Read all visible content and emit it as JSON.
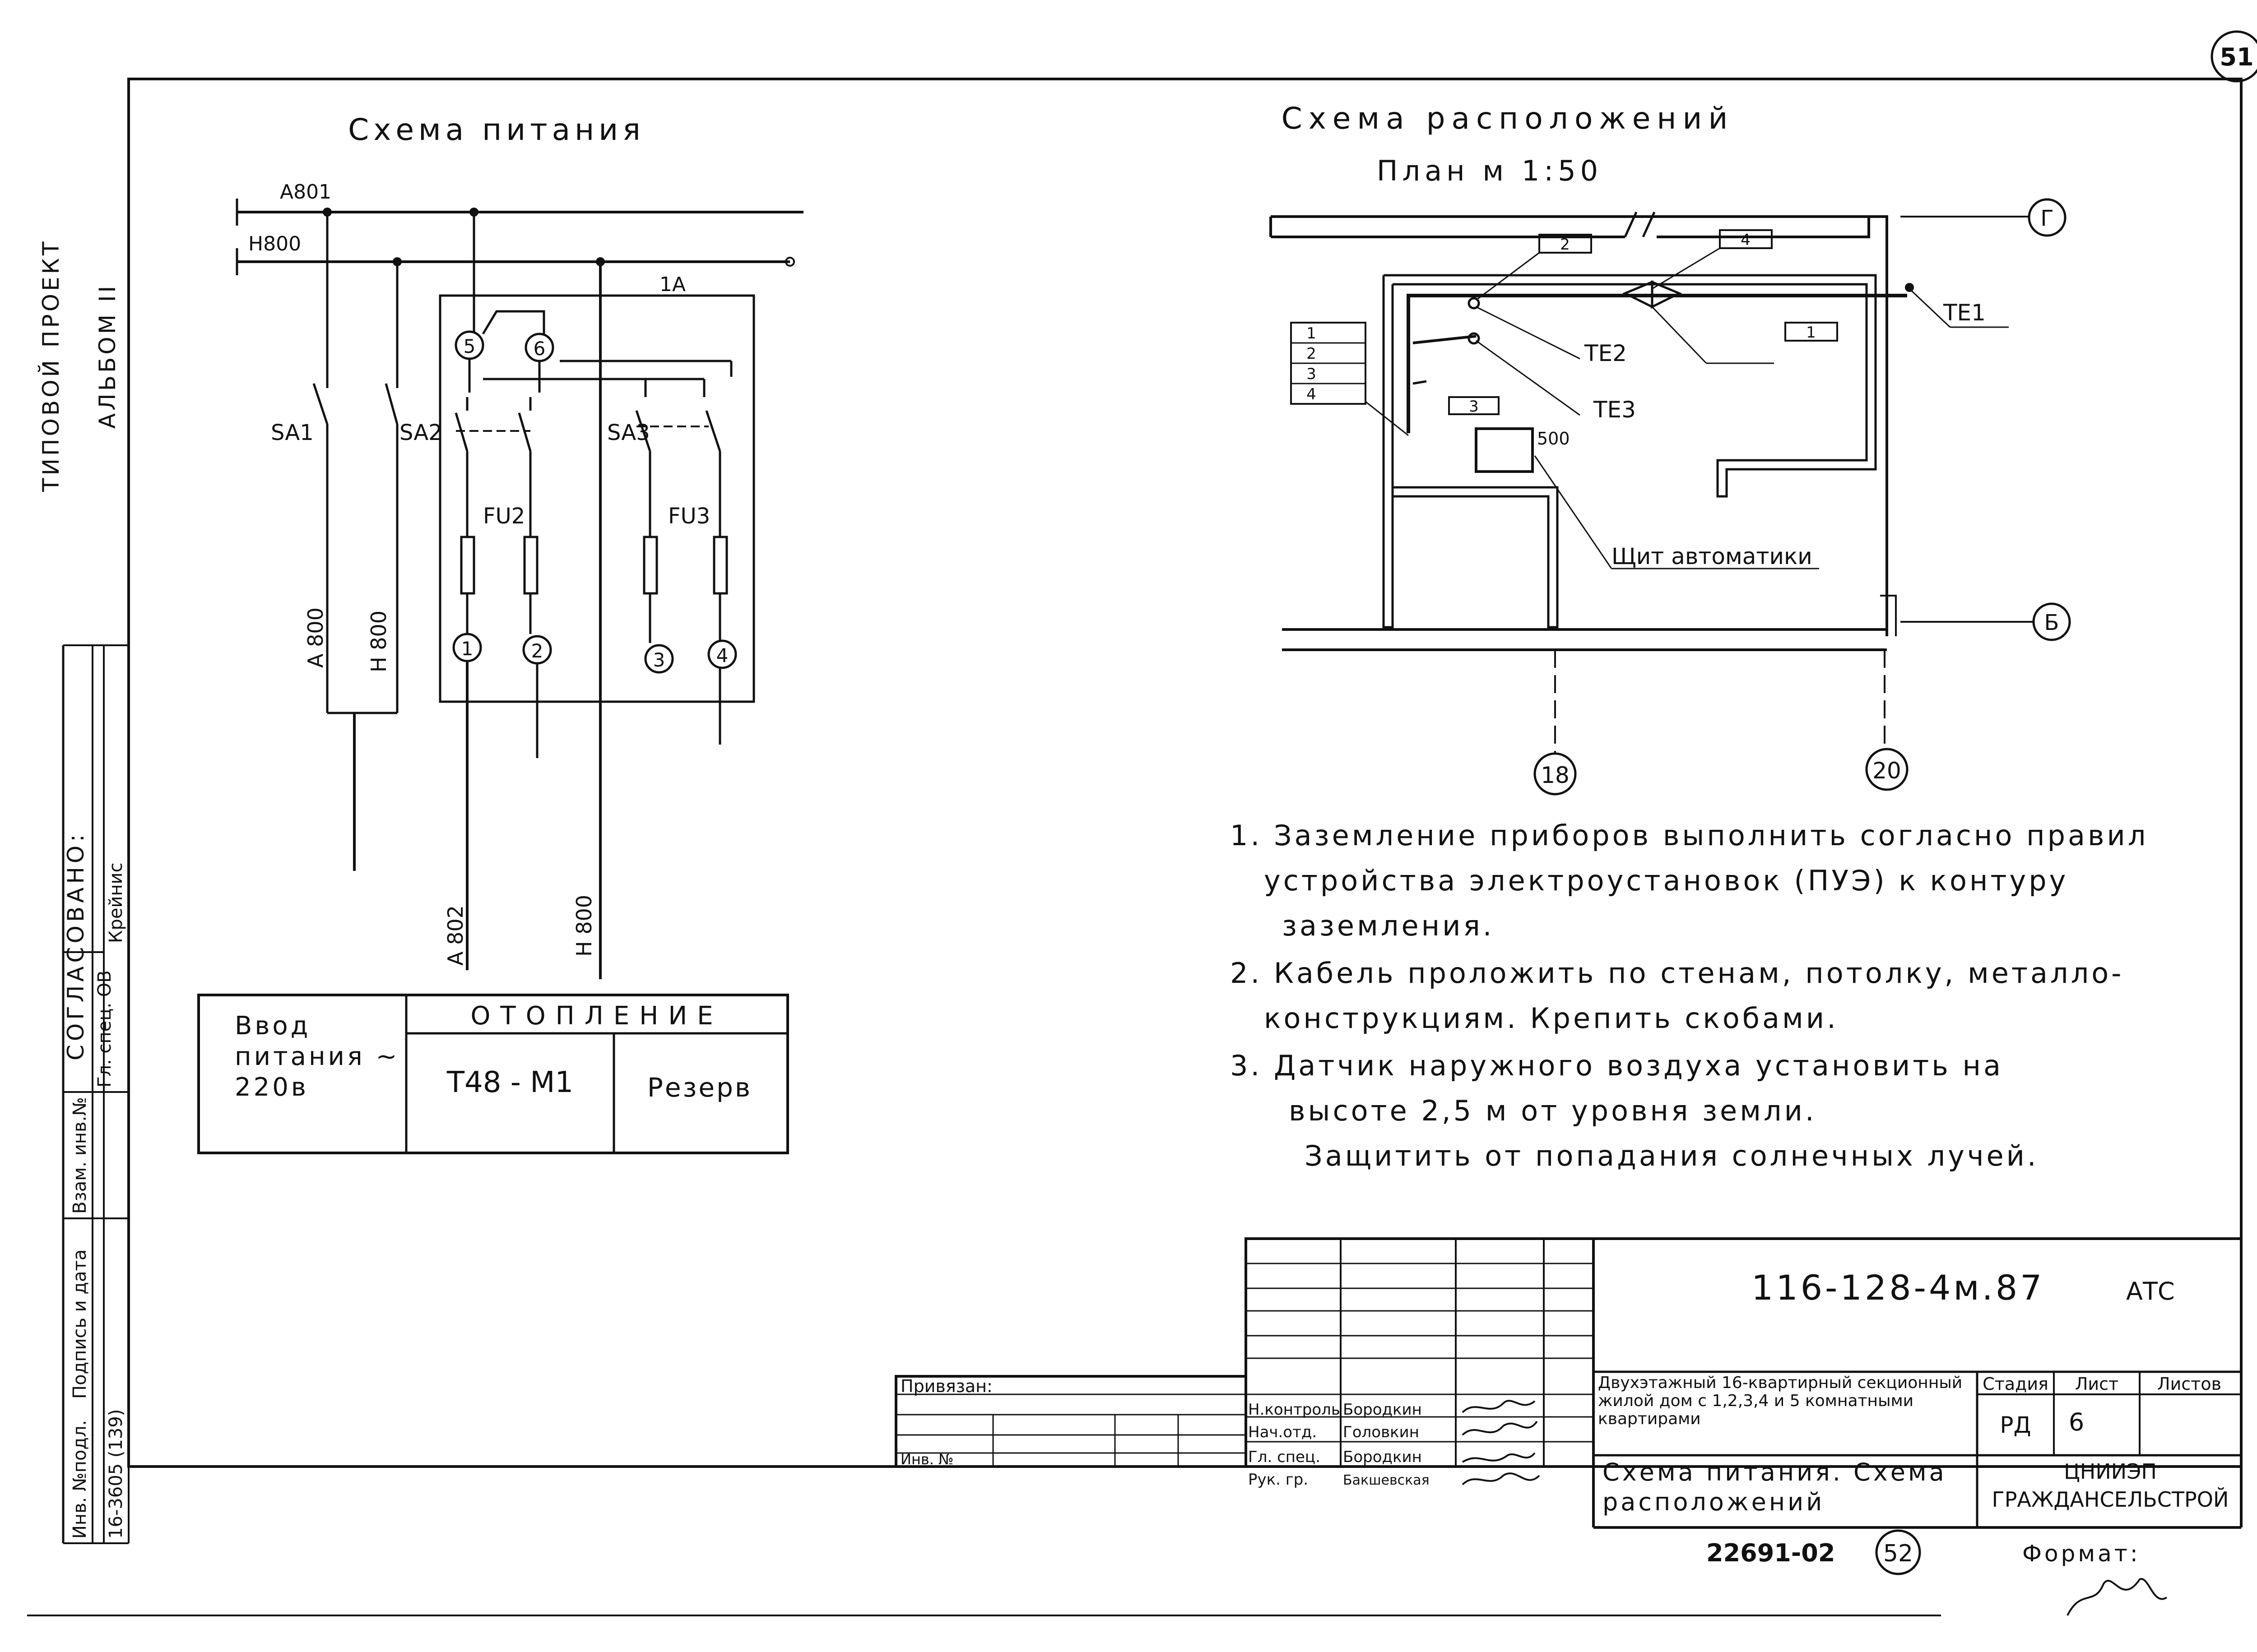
{
  "sheet_number": "51",
  "left_margin": {
    "project_type": "ТИПОВОЙ ПРОЕКТ",
    "album": "АЛЬБОМ II",
    "agreed": "СОГЛАСОВАНО:",
    "agreed_role": "Гл. спец. ОВ",
    "agreed_name": "Крейнис",
    "swap_inv": "Взам. инв.№",
    "sign_date": "Подпись и дата",
    "orig_inv": "Инв. №подл.",
    "orig_inv_value": "16-3605 (139)"
  },
  "power_scheme": {
    "title": "Схема питания",
    "bus_a": "A801",
    "bus_n": "H800",
    "group": "1A",
    "switches": [
      "SA1",
      "SA2",
      "SA3"
    ],
    "fuses": [
      "FU2",
      "FU3"
    ],
    "terminals": [
      "1",
      "2",
      "3",
      "4",
      "5",
      "6"
    ],
    "cable_a": "A 800",
    "cable_n": "H 800",
    "out_a": "A 802",
    "out_n": "H 800"
  },
  "power_table": {
    "input_label": "Ввод питания ~ 220в",
    "heating": "ОТОПЛЕНИЕ",
    "device": "Т48 - М1",
    "reserve": "Резерв"
  },
  "layout_plan": {
    "title": "Схема расположений",
    "subtitle": "План м 1:50",
    "axis_g": "Г",
    "axis_b": "Б",
    "axis_18": "18",
    "axis_20": "20",
    "sensors": [
      "ТЕ1",
      "ТЕ2",
      "ТЕ3"
    ],
    "labels": [
      "1",
      "2",
      "3",
      "4"
    ],
    "dim": "500",
    "panel": "Щит автоматики"
  },
  "notes": [
    "1. Заземление приборов выполнить согласно правил",
    "устройства электроустановок (ПУЭ) к контуру",
    "заземления.",
    "2. Кабель проложить по стенам, потолку, металло-",
    "конструкциям. Крепить скобами.",
    "3. Датчик наружного воздуха установить на",
    "высоте 2,5 м от уровня земли.",
    "Защитить от попадания солнечных лучей."
  ],
  "title_block": {
    "code": "116-128-4м.87",
    "mark": "АТС",
    "description": "Двухэтажный 16-квартирный секционный жилой дом с 1,2,3,4 и 5 комнатными квартирами",
    "sheet_title": "Схема питания. Схема расположений",
    "stage_label": "Стадия",
    "sheet_label": "Лист",
    "sheets_label": "Листов",
    "stage": "РД",
    "sheet": "6",
    "org": "ЦНИИЭП ГРАЖДАНСЕЛЬСТРОЙ",
    "attached": "Привязан:",
    "inv": "Инв. №",
    "roles": [
      "Н.контроль",
      "Нач.отд.",
      "Гл. спец.",
      "Рук. гр."
    ],
    "names": [
      "Бородкин",
      "Головкин",
      "Бородкин",
      "Бакшевская"
    ],
    "doc_number": "22691-02",
    "doc_circle": "52",
    "format_label": "Формат:"
  }
}
